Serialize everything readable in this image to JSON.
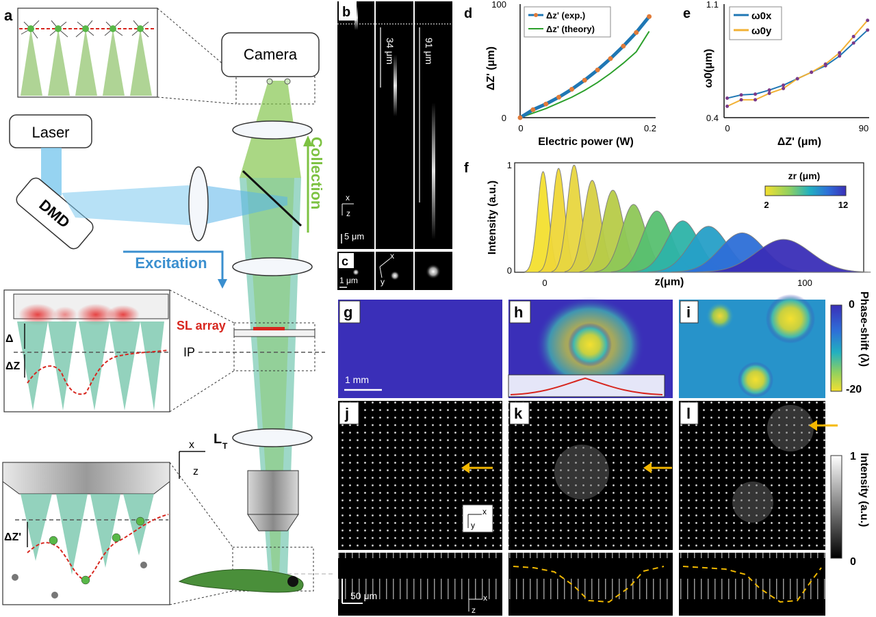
{
  "panel_letters": {
    "a": "a",
    "b": "b",
    "c": "c",
    "d": "d",
    "e": "e",
    "f": "f",
    "g": "g",
    "h": "h",
    "i": "i",
    "j": "j",
    "k": "k",
    "l": "l"
  },
  "schematic": {
    "camera": "Camera",
    "laser": "Laser",
    "dmd": "DMD",
    "excitation": "Excitation",
    "collection": "Collection",
    "sl_array": "SL array",
    "ip": "IP",
    "delta": "Δ",
    "delta_z": "ΔZ",
    "delta_z_prime": "ΔZ'",
    "lt_main": "L",
    "lt_sub": "T",
    "axis_x": "x",
    "axis_z": "z"
  },
  "panel_b": {
    "label_34": "34 μm",
    "label_91": "91 μm",
    "axis_x": "x",
    "axis_z": "z",
    "scale": "5 μm"
  },
  "panel_c": {
    "axis_x": "x",
    "axis_y": "y",
    "scale": "1 μm"
  },
  "panel_g": {
    "scale": "1 mm"
  },
  "panel_j": {
    "axis_x": "x",
    "axis_y": "y",
    "scale": "50 μm",
    "axis_x2": "x",
    "axis_z2": "z"
  },
  "colorbar_phase": {
    "title": "Phase-shift (λ)",
    "top": "0",
    "bottom": "-20"
  },
  "colorbar_intensity": {
    "title": "Intensity (a.u.)",
    "top": "1",
    "bottom": "0"
  },
  "colors": {
    "excitation": "#3a9fd8",
    "collection": "#7dc242",
    "sl": "#d7261e",
    "theory": "#2ca02c",
    "exp": "#1f77b4",
    "marker": "#e07b39",
    "w0x": "#1f77b4",
    "w0y": "#f2b134"
  },
  "chart_data": [
    {
      "id": "d",
      "type": "line",
      "xlabel": "Electric power (W)",
      "ylabel": "ΔZ' (μm)",
      "xlim": [
        0,
        0.21
      ],
      "ylim": [
        0,
        100
      ],
      "xticks": [
        "0",
        "0.2"
      ],
      "yticks": [
        "0",
        "100"
      ],
      "legend": "top-left",
      "series": [
        {
          "name": "Δz' (exp.)",
          "x": [
            0,
            0.02,
            0.04,
            0.06,
            0.08,
            0.1,
            0.12,
            0.14,
            0.16,
            0.18,
            0.2
          ],
          "y": [
            0,
            7,
            12,
            18,
            25,
            33,
            42,
            52,
            63,
            75,
            89
          ]
        },
        {
          "name": "Δz' (theory)",
          "x": [
            0,
            0.02,
            0.04,
            0.06,
            0.08,
            0.1,
            0.12,
            0.14,
            0.16,
            0.18,
            0.2
          ],
          "y": [
            0,
            4,
            8,
            13,
            18,
            24,
            31,
            39,
            48,
            58,
            76
          ]
        }
      ]
    },
    {
      "id": "e",
      "type": "line",
      "xlabel": "ΔZ' (μm)",
      "ylabel": "ω0(μm)",
      "xlim": [
        -2,
        91
      ],
      "ylim": [
        0.4,
        1.1
      ],
      "xticks": [
        "0",
        "90"
      ],
      "yticks": [
        "0.4",
        "1.1"
      ],
      "legend": "top-left",
      "series": [
        {
          "name": "ω0x",
          "x": [
            0,
            9,
            18,
            27,
            36,
            45,
            54,
            63,
            72,
            81,
            90
          ],
          "y": [
            0.52,
            0.54,
            0.545,
            0.57,
            0.6,
            0.64,
            0.68,
            0.72,
            0.78,
            0.86,
            0.94
          ]
        },
        {
          "name": "ω0y",
          "x": [
            0,
            9,
            18,
            27,
            36,
            45,
            54,
            63,
            72,
            81,
            90
          ],
          "y": [
            0.47,
            0.51,
            0.51,
            0.55,
            0.58,
            0.64,
            0.68,
            0.73,
            0.8,
            0.9,
            1.0
          ]
        }
      ]
    },
    {
      "id": "f",
      "type": "area",
      "xlabel": "z(μm)",
      "ylabel": "Intensity (a.u.)",
      "xlim": [
        -10,
        125
      ],
      "ylim": [
        0,
        1
      ],
      "xticks": [
        "0",
        "100"
      ],
      "yticks": [
        "0",
        "1"
      ],
      "colorbar_title": "zr (μm)",
      "colorbar_min": "2",
      "colorbar_max": "12",
      "peaks": [
        {
          "center": 1,
          "height": 0.92,
          "width": 2.2
        },
        {
          "center": 7,
          "height": 0.95,
          "width": 2.4
        },
        {
          "center": 13,
          "height": 0.98,
          "width": 2.7
        },
        {
          "center": 20,
          "height": 0.84,
          "width": 3.3
        },
        {
          "center": 28,
          "height": 0.75,
          "width": 4.0
        },
        {
          "center": 36,
          "height": 0.62,
          "width": 4.7
        },
        {
          "center": 45,
          "height": 0.56,
          "width": 5.5
        },
        {
          "center": 55,
          "height": 0.47,
          "width": 6.3
        },
        {
          "center": 65,
          "height": 0.42,
          "width": 7.3
        },
        {
          "center": 78,
          "height": 0.36,
          "width": 8.5
        },
        {
          "center": 94,
          "height": 0.3,
          "width": 10.5
        }
      ]
    }
  ]
}
